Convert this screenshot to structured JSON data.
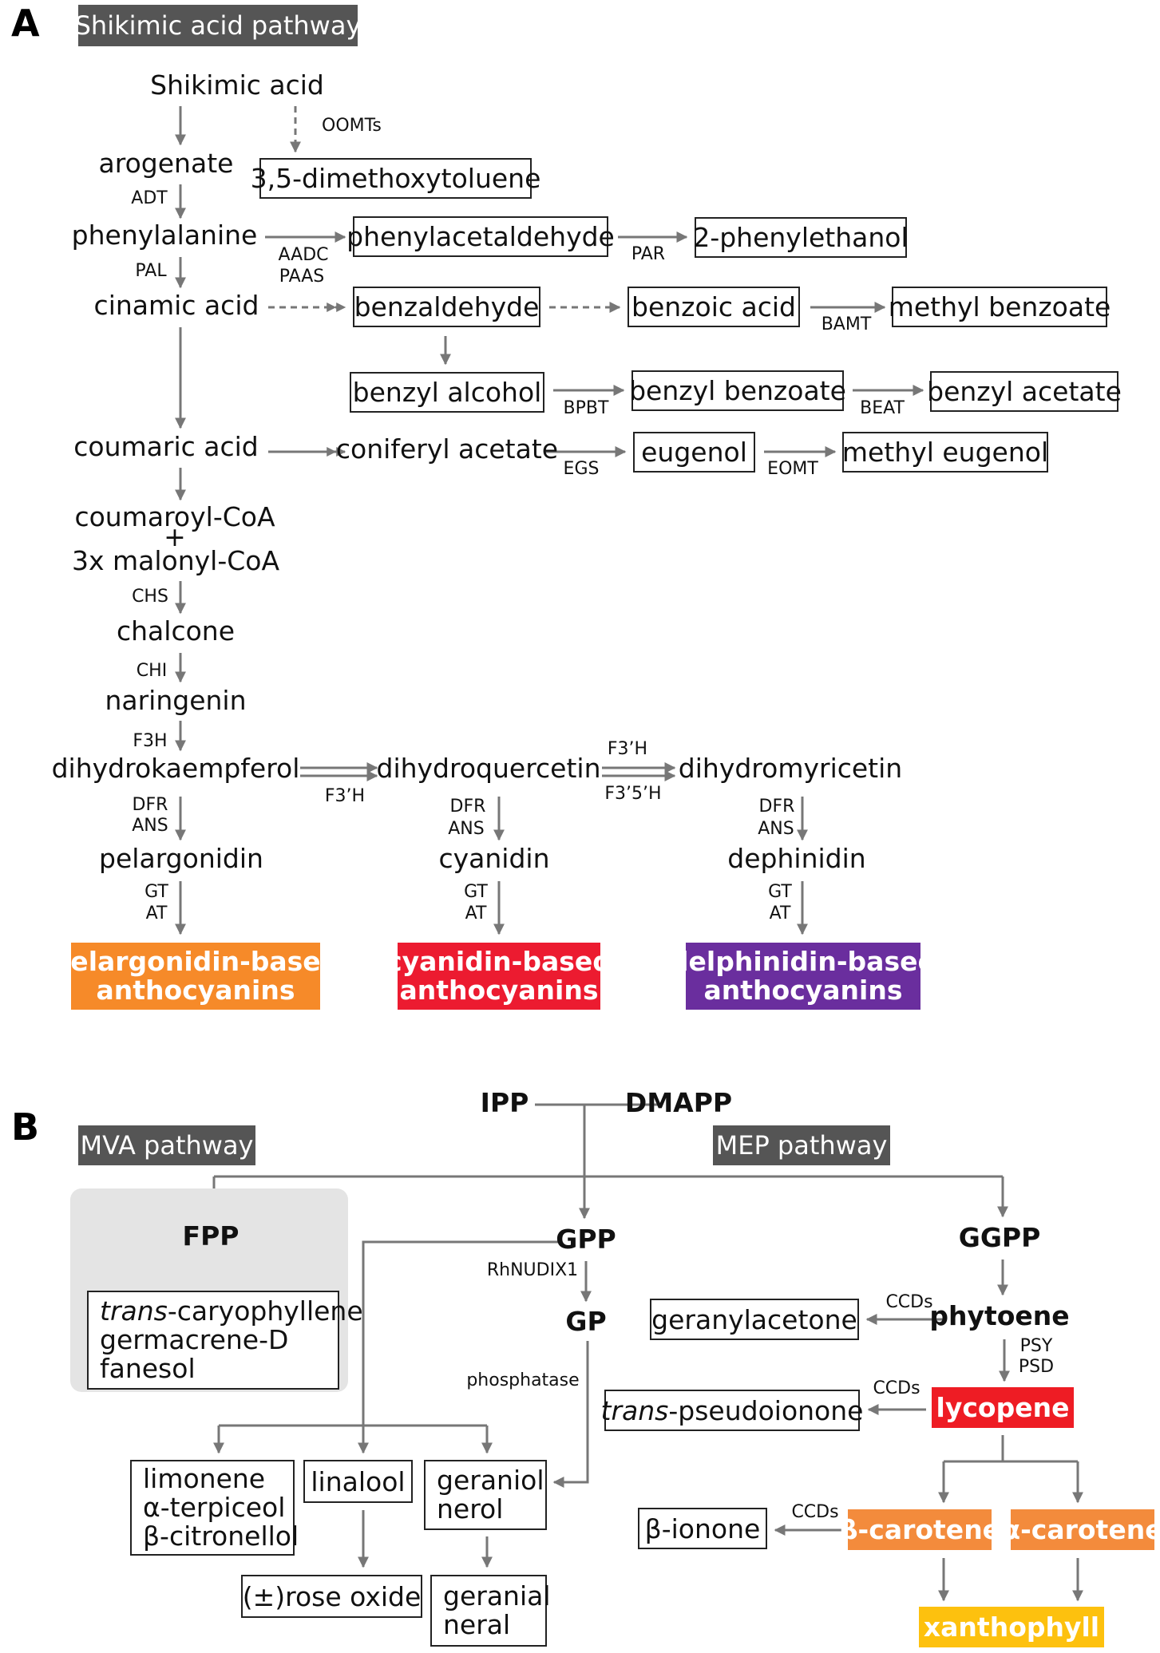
{
  "panels": {
    "a": "A",
    "b": "B"
  },
  "headers": {
    "shikimic": "Shikimic acid pathway",
    "mva": "MVA pathway",
    "mep": "MEP pathway"
  },
  "colors": {
    "arrow": "#777777",
    "pelargonidin": "#f68a29",
    "cyanidin": "#ec1b30",
    "delphinidin": "#6a2e9e",
    "lycopene": "#ee1c24",
    "carotene": "#f38b3c",
    "xanthophyll": "#fdc10e",
    "header": "#555555",
    "shade": "#e4e4e4"
  },
  "a": {
    "shikimic_acid": "Shikimic acid",
    "arogenate": "arogenate",
    "phenylalanine": "phenylalanine",
    "cinamic_acid": "cinamic acid",
    "coumaric_acid": "coumaric acid",
    "coumaroyl_coa": "coumaroyl-CoA",
    "plus": "+",
    "malonyl_coa": "3x malonyl-CoA",
    "chalcone": "chalcone",
    "naringenin": "naringenin",
    "dihydrokaempferol": "dihydrokaempferol",
    "dihydroquercetin": "dihydroquercetin",
    "dihydromyricetin": "dihydromyricetin",
    "pelargonidin": "pelargonidin",
    "cyanidin": "cyanidin",
    "dephinidin": "dephinidin",
    "coniferyl_acetate": "coniferyl acetate",
    "boxes": {
      "dimethoxytoluene": "3,5-dimethoxytoluene",
      "phenylacetaldehyde": "phenylacetaldehyde",
      "phenylethanol": "2-phenylethanol",
      "benzaldehyde": "benzaldehyde",
      "benzoic_acid": "benzoic acid",
      "methyl_benzoate": "methyl benzoate",
      "benzyl_alcohol": "benzyl alcohol",
      "benzyl_benzoate": "benzyl benzoate",
      "benzyl_acetate": "benzyl acetate",
      "eugenol": "eugenol",
      "methyl_eugenol": "methyl eugenol",
      "pelargonidin_based": [
        "pelargonidin-based",
        "anthocyanins"
      ],
      "cyanidin_based": [
        "cyanidin-based",
        "anthocyanins"
      ],
      "delphinidin_based": [
        "delphinidin-based",
        "anthocyanins"
      ]
    },
    "enzymes": {
      "oomts": "OOMTs",
      "adt": "ADT",
      "pal": "PAL",
      "aadc": "AADC",
      "paas": "PAAS",
      "par": "PAR",
      "bamt": "BAMT",
      "bpbt": "BPBT",
      "beat": "BEAT",
      "egs": "EGS",
      "eomt": "EOMT",
      "chs": "CHS",
      "chi": "CHI",
      "f3h": "F3H",
      "f3ph_1": "F3’H",
      "f3ph_2": "F3’H",
      "f35h": "F3’5’H",
      "dfr": "DFR",
      "ans": "ANS",
      "gt": "GT",
      "at": "AT"
    }
  },
  "b": {
    "ipp": "IPP",
    "dmapp": "DMAPP",
    "fpp": "FPP",
    "gpp": "GPP",
    "ggpp": "GGPP",
    "gp": "GP",
    "phytoene": "phytoene",
    "enzymes": {
      "rhnudix1": "RhNUDIX1",
      "phosphatase": "phosphatase",
      "ccds": "CCDs",
      "psy": "PSY",
      "psd": "PSD"
    },
    "sesquiterpenes": {
      "line1_prefix": "trans",
      "line1_suffix": "-caryophyllene",
      "line2": "germacrene-D",
      "line3": "fanesol"
    },
    "limonene_group": [
      "limonene",
      "α-terpiceol",
      "β-citronellol"
    ],
    "linalool": "linalool",
    "geraniol_group": [
      "geraniol",
      "nerol"
    ],
    "rose_oxide": "(±)rose oxide",
    "geranial_group": [
      "geranial",
      "neral"
    ],
    "geranylacetone": "geranylacetone",
    "pseudoionone": {
      "prefix": "trans",
      "suffix": "-pseudoionone"
    },
    "lycopene": "lycopene",
    "beta_ionone": "β-ionone",
    "beta_carotene": "β-carotene",
    "alpha_carotene": "α-carotene",
    "xanthophyll": "xanthophyll"
  }
}
